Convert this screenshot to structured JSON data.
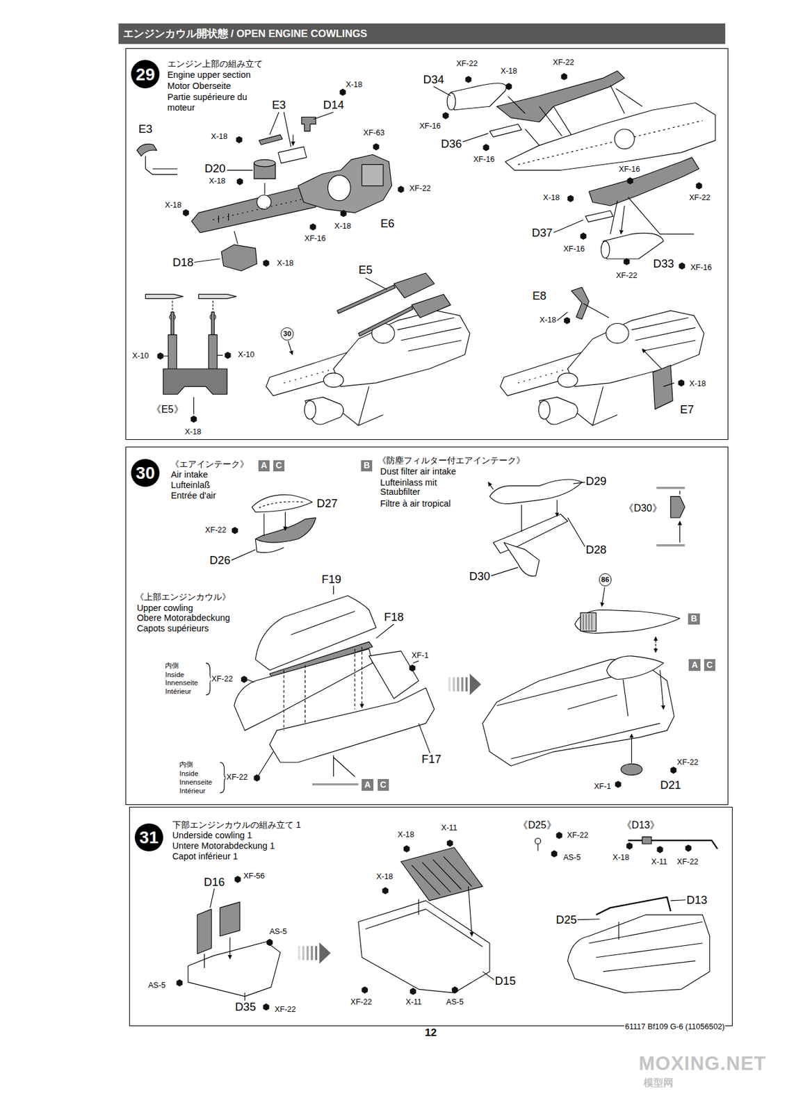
{
  "diagram": {
    "title": "エンジンカウル開状態 / OPEN ENGINE COWLINGS",
    "nodes": [
      {
        "text": [
          "エンジン上部の組み立て",
          "Engine upper section",
          "Motor Oberseite",
          "Partie supérieure du moteur"
        ]
      },
      {
        "text": [
          "29"
        ],
        "in": 0
      },
      {
        "text": [
          "30"
        ],
        "in": 0
      },
      {
        "text": [
          "《エアインテーク》",
          "Air intake",
          "Lufteinlaß",
          "Entrée d'air"
        ]
      },
      {
        "text": [
          "30"
        ],
        "in": 3
      },
      {
        "text": [
          "A"
        ],
        "in": 3
      },
      {
        "text": [
          "C"
        ],
        "in": 3
      },
      {
        "text": [
          "B"
        ],
        "in": 3
      },
      {
        "text": [
          "86"
        ],
        "in": 3
      },
      {
        "text": [
          "B"
        ],
        "in": 3
      },
      {
        "text": [
          "A"
        ],
        "in": 3
      },
      {
        "text": [
          "C"
        ],
        "in": 3
      },
      {
        "text": [
          "A"
        ],
        "in": 3
      },
      {
        "text": [
          "C"
        ],
        "in": 3
      },
      {
        "text": [
          "下部エンジンカウルの組み立て 1",
          "Underside cowling 1",
          "Untere Motorabdeckung 1",
          "Capot inférieur 1"
        ]
      },
      {
        "text": [
          "31"
        ],
        "in": 14
      }
    ],
    "labels": [
      "E3",
      "E3",
      "D14",
      "X-18",
      "X-18",
      "XF-63",
      "D20",
      "X-18",
      "XF-22",
      "X-18",
      "X-18",
      "XF-16",
      "E6",
      "D18",
      "X-18",
      "X-10",
      "X-10",
      "《E5》",
      "X-18",
      "D34",
      "XF-22",
      "X-18",
      "XF-22",
      "XF-16",
      "D36",
      "XF-16",
      "XF-16",
      "X-18",
      "XF-22",
      "D37",
      "XF-16",
      "XF-22",
      "D33",
      "XF-16",
      "E5",
      "E8",
      "X-18",
      "X-18",
      "E7",
      "XF-22",
      "D27",
      "D26",
      "《防塵フィルター付エアインテーク》",
      "Dust filter air intake",
      "Lufteinlass mit Staubfilter",
      "Filtre à air tropical",
      "D29",
      "《D30》",
      "D28",
      "D30",
      "《上部エンジンカウル》",
      "Upper cowling",
      "Obere Motorabdeckung",
      "Capots supérieurs",
      "F19",
      "F18",
      "XF-1",
      "内側",
      "Inside",
      "Innenseite",
      "Intérieur",
      "XF-22",
      "F17",
      "内側",
      "Inside",
      "Innenseite",
      "Intérieur",
      "XF-22",
      "XF-22",
      "XF-1",
      "D21",
      "D16",
      "XF-56",
      "AS-5",
      "AS-5",
      "D35",
      "XF-22",
      "X-18",
      "X-11",
      "X-18",
      "D15",
      "XF-22",
      "X-11",
      "AS-5",
      "《D25》",
      "XF-22",
      "AS-5",
      "《D13》",
      "X-18",
      "X-11",
      "XF-22",
      "D13",
      "D25",
      "12",
      "61117 Bf109 G-6 (11056502)",
      "MOXING.NET",
      "模型网"
    ]
  }
}
